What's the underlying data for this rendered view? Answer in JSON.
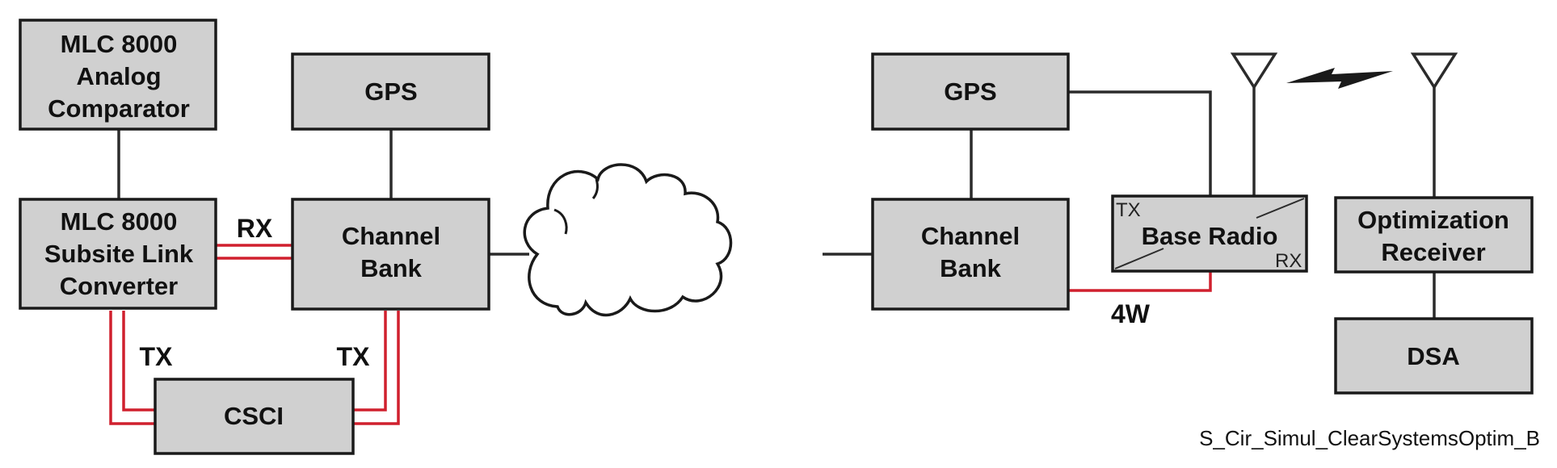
{
  "nodes": {
    "analog_comparator": {
      "lines": [
        "MLC 8000",
        "Analog",
        "Comparator"
      ]
    },
    "subsite_link_converter": {
      "lines": [
        "MLC 8000",
        "Subsite Link",
        "Converter"
      ]
    },
    "gps_left": {
      "lines": [
        "GPS"
      ]
    },
    "channel_bank_left": {
      "lines": [
        "Channel",
        "Bank"
      ]
    },
    "csci": {
      "lines": [
        "CSCI"
      ]
    },
    "gps_right": {
      "lines": [
        "GPS"
      ]
    },
    "channel_bank_right": {
      "lines": [
        "Channel",
        "Bank"
      ]
    },
    "base_radio": {
      "label": "Base Radio",
      "tx": "TX",
      "rx": "RX"
    },
    "optimization_receiver": {
      "lines": [
        "Optimization",
        "Receiver"
      ]
    },
    "dsa": {
      "lines": [
        "DSA"
      ]
    }
  },
  "link_labels": {
    "rx": "RX",
    "tx_left": "TX",
    "tx_right": "TX",
    "four_wire": "4W"
  },
  "caption": "S_Cir_Simul_ClearSystemsOptim_B",
  "colors": {
    "box_fill": "#d0d0d0",
    "line": "#2b2b2b",
    "audio_link": "#d0202e"
  }
}
